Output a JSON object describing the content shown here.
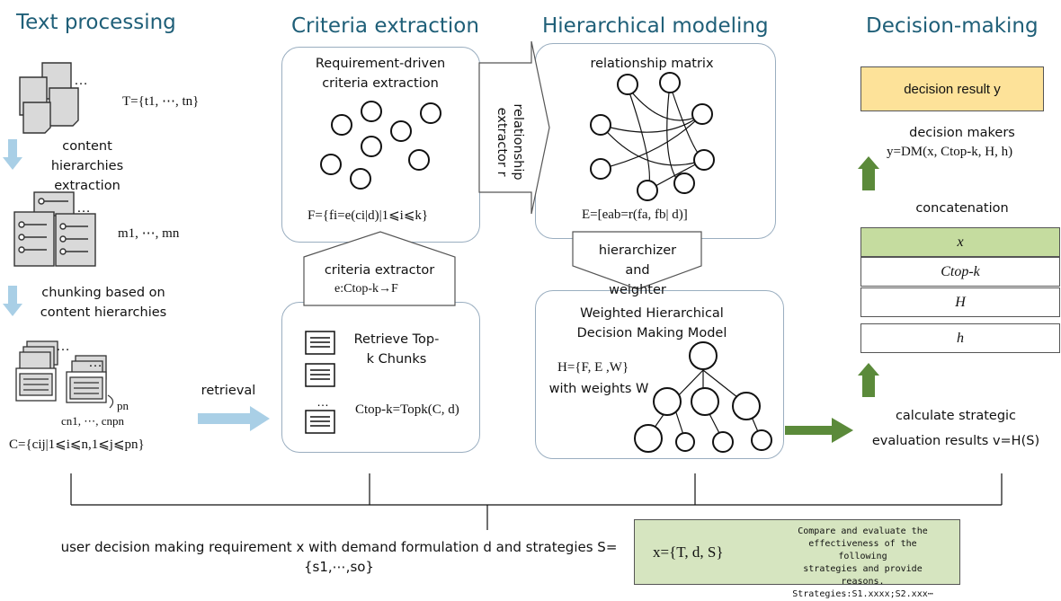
{
  "headers": {
    "text_processing": "Text processing",
    "criteria_extraction": "Criteria extraction",
    "hierarchical_modeling": "Hierarchical modeling",
    "decision_making": "Decision-making"
  },
  "text_processing": {
    "T_formula": "T={t1, ⋯, tn}",
    "step1_label": "content hierarchies extraction",
    "m_formula": "m1, ⋯, mn",
    "step2_label": "chunking based on content hierarchies",
    "pn_label": "pn",
    "cn_label": "cn1, ⋯, cnpn",
    "C_formula": "C={cij|1⩽i⩽n,1⩽j⩽pn}",
    "dots": "…"
  },
  "retrieval_label": "retrieval",
  "criteria": {
    "panel_title": "Requirement-driven criteria extraction",
    "F_formula": "F={fi=e(ci|d)|1⩽i⩽k}",
    "extractor_label": "criteria extractor",
    "extractor_formula": "e:Ctop-k→F",
    "retrieve_label": "Retrieve Top-k Chunks",
    "Ctop_formula": "Ctop-k=Topk(C, d)",
    "dots": "…"
  },
  "relationship_extractor_label": "relationship extractor r",
  "modeling": {
    "matrix_title": "relationship matrix",
    "E_formula": "E=[eab=r(fa, fb| d)]",
    "hierarchizer_label": "hierarchizer and weighter",
    "model_title": "Weighted Hierarchical Decision Making Model",
    "H_formula": "H={F, E ,W}",
    "weights_label": "with weights W"
  },
  "decision": {
    "result_label": "decision result y",
    "makers_label": "decision makers",
    "y_formula": "y=DM(x, Ctop-k, H, h)",
    "concat_label": "concatenation",
    "cells": [
      "x",
      "Ctop-k",
      "H",
      "h"
    ],
    "calc_label": "calculate strategic evaluation results v=H(S)"
  },
  "bottom": {
    "requirement_label": "user decision making requirement x with demand formulation d and strategies S={s1,⋯,so}",
    "x_formula": "x={T, d, S}",
    "prompt_lines": [
      "Compare and evaluate the",
      "effectiveness of the following",
      "strategies and provide reasons.",
      "Strategies:S1.xxxx;S2.xxx⋯"
    ]
  },
  "colors": {
    "header": "#1f5f78",
    "panel_border": "#9aaec0",
    "light_arrow": "#a9cfe6",
    "green_arrow": "#5b8a3a",
    "result_fill": "#fde299",
    "x_cell_fill": "#c5dc9f",
    "prompt_fill": "#d6e5c0"
  }
}
